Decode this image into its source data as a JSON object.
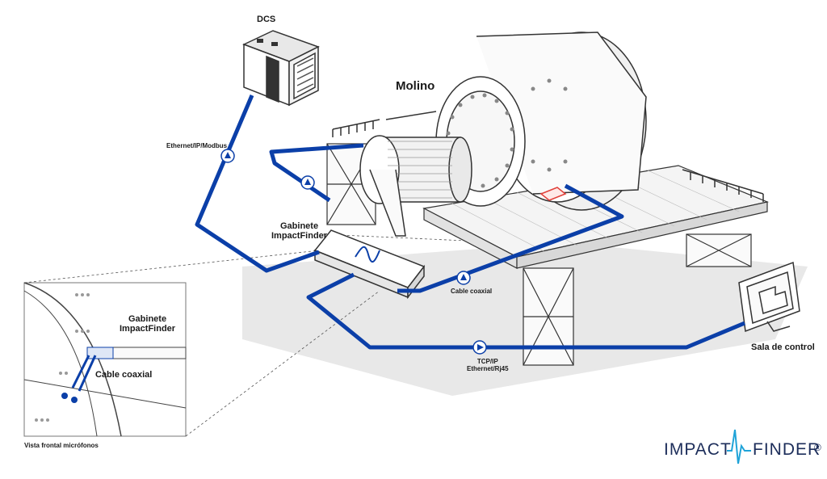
{
  "labels": {
    "dcs": "DCS",
    "molino": "Molino",
    "ethernet_modbus": "Ethernet/IP/Modbus",
    "gabinete_line1": "Gabinete",
    "gabinete_line2": "ImpactFinder",
    "cable_coaxial": "Cable coaxial",
    "tcp_ip_line1": "TCP/IP",
    "tcp_ip_line2": "Ethernet/Rj45",
    "sala_control": "Sala de control",
    "inset_gabinete_line1": "Gabinete",
    "inset_gabinete_line2": "ImpactFinder",
    "inset_cable_coaxial": "Cable coaxial",
    "inset_caption": "Vista frontal micrófonos"
  },
  "logo": {
    "left_text": "IMPACT",
    "right_text": "FINDER",
    "registered": "®"
  },
  "colors": {
    "cable_blue": "#0b3fa8",
    "logo_navy": "#1c2d5a",
    "logo_cyan": "#1fa3d8",
    "shadow_gray": "#e6e6e6",
    "line_gray": "#333333",
    "sensor_red": "#e0403a"
  }
}
